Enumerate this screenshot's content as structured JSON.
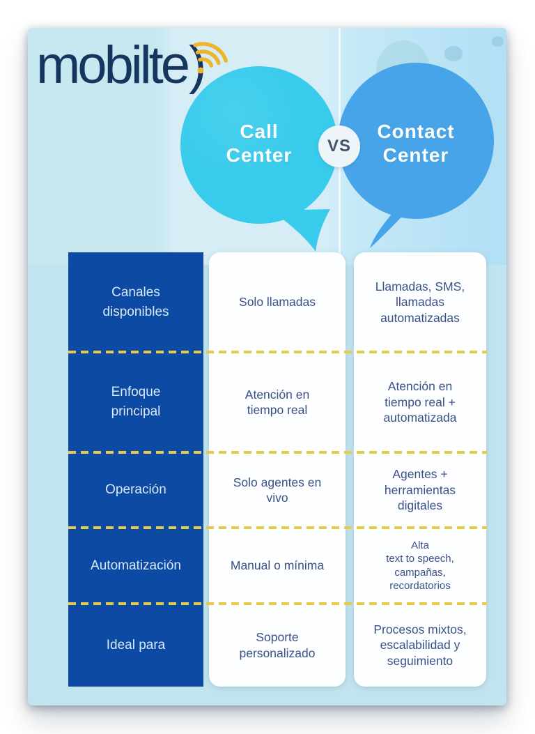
{
  "brand": {
    "logo_text": "mobilte",
    "logo_bracket": ")",
    "logo_color": "#16365f",
    "signal_icon": "wifi-signal-arcs",
    "signal_color": "#f0b42c"
  },
  "versus": {
    "left_title": "Call\nCenter",
    "vs_label": "VS",
    "right_title": "Contact\nCenter",
    "left_bubble_color": "#38cbec",
    "right_bubble_color": "#47a4e9",
    "vs_circle_color": "#eef4f8",
    "vs_text_color": "#44546b"
  },
  "table": {
    "header_column_color": "#0c4aa4",
    "header_text_color": "#d6eafa",
    "cell_text_color": "#3a5187",
    "divider_color": "#e5cb49",
    "columns": [
      "Call Center",
      "Contact Center"
    ],
    "rows": [
      {
        "label": "Canales\ndisponibles",
        "call_center": "Solo llamadas",
        "contact_center": "Llamadas, SMS,\nllamadas\nautomatizadas"
      },
      {
        "label": "Enfoque\nprincipal",
        "call_center": "Atención en\ntiempo real",
        "contact_center": "Atención en\ntiempo real +\nautomatizada"
      },
      {
        "label": "Operación",
        "call_center": "Solo agentes en\nvivo",
        "contact_center": "Agentes +\nherramientas\ndigitales"
      },
      {
        "label": "Automatización",
        "call_center": "Manual o mínima",
        "contact_center": "Alta\ntext to speech,\ncampañas,\nrecordatorios"
      },
      {
        "label": "Ideal para",
        "call_center": "Soporte\npersonalizado",
        "contact_center": "Procesos mixtos,\nescalabilidad y\nseguimiento"
      }
    ]
  }
}
